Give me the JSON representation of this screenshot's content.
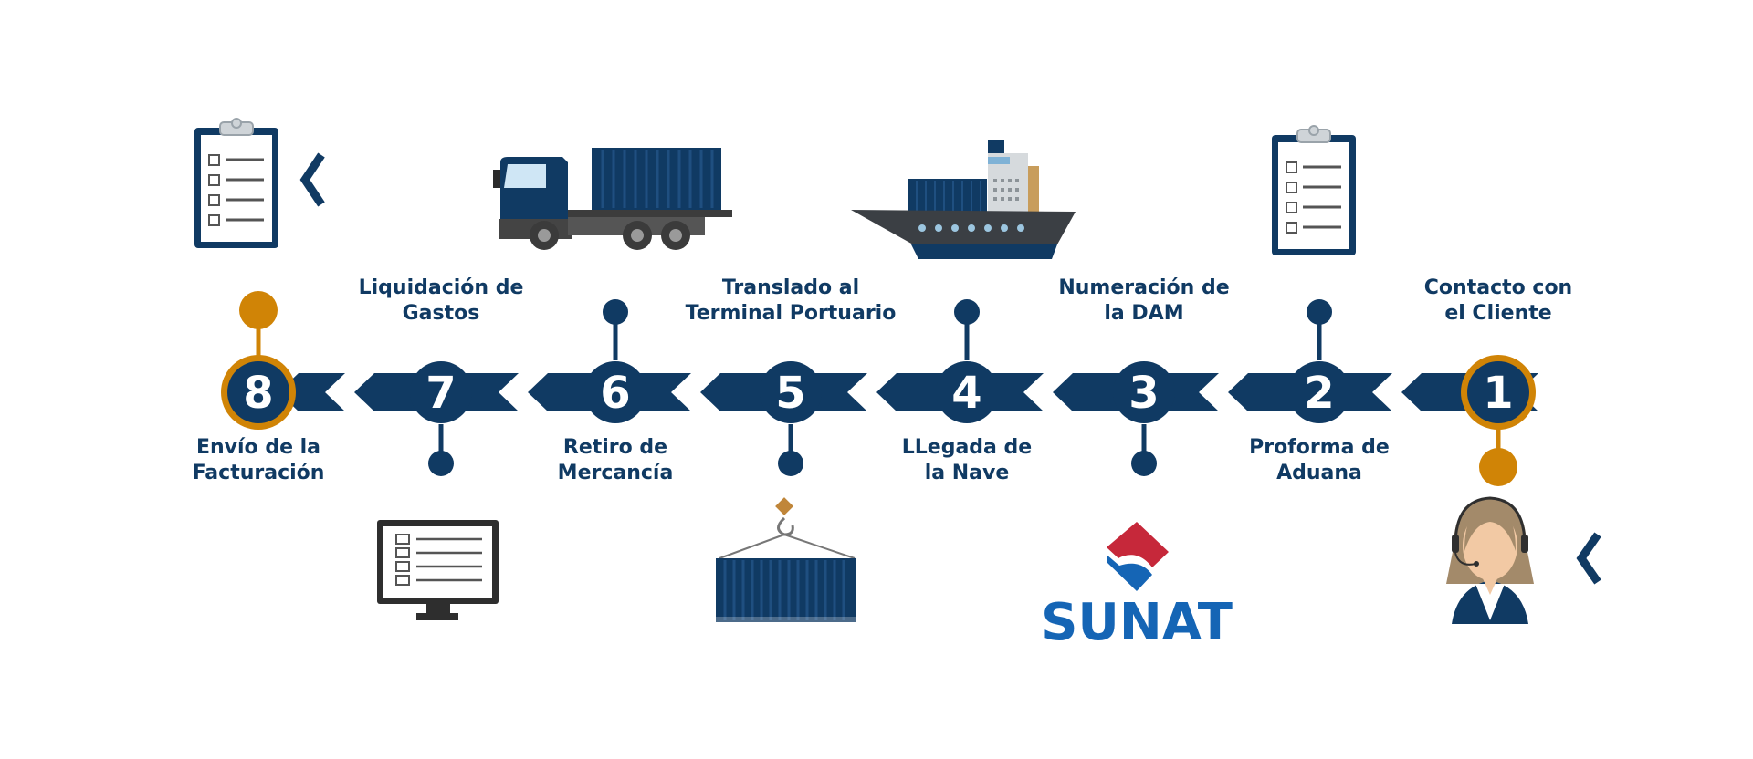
{
  "colors": {
    "navy": "#103a63",
    "orange": "#d08406",
    "grey": "#4a4a4a",
    "sunat_blue": "#1565b5",
    "sunat_red": "#c6283a"
  },
  "steps": [
    {
      "number": "1",
      "label": "Contacto con\nel Cliente",
      "icon": "customer-service-agent-icon",
      "highlight": true
    },
    {
      "number": "2",
      "label": "Proforma de\nAduana",
      "icon": "clipboard-checklist-icon",
      "highlight": false
    },
    {
      "number": "3",
      "label": "Numeración de\nla DAM",
      "icon": "sunat-logo",
      "highlight": false
    },
    {
      "number": "4",
      "label": "LLegada de\nla Nave",
      "icon": "cargo-ship-icon",
      "highlight": false
    },
    {
      "number": "5",
      "label": "Translado al\nTerminal Portuario",
      "icon": "crane-container-icon",
      "highlight": false
    },
    {
      "number": "6",
      "label": "Retiro de\nMercancía",
      "icon": "container-truck-icon",
      "highlight": false
    },
    {
      "number": "7",
      "label": "Liquidación de\nGastos",
      "icon": "monitor-checklist-icon",
      "highlight": false
    },
    {
      "number": "8",
      "label": "Envío de la\nFacturación",
      "icon": "clipboard-checklist-icon",
      "highlight": true
    }
  ],
  "sunat_logo_text": "SUNAT"
}
